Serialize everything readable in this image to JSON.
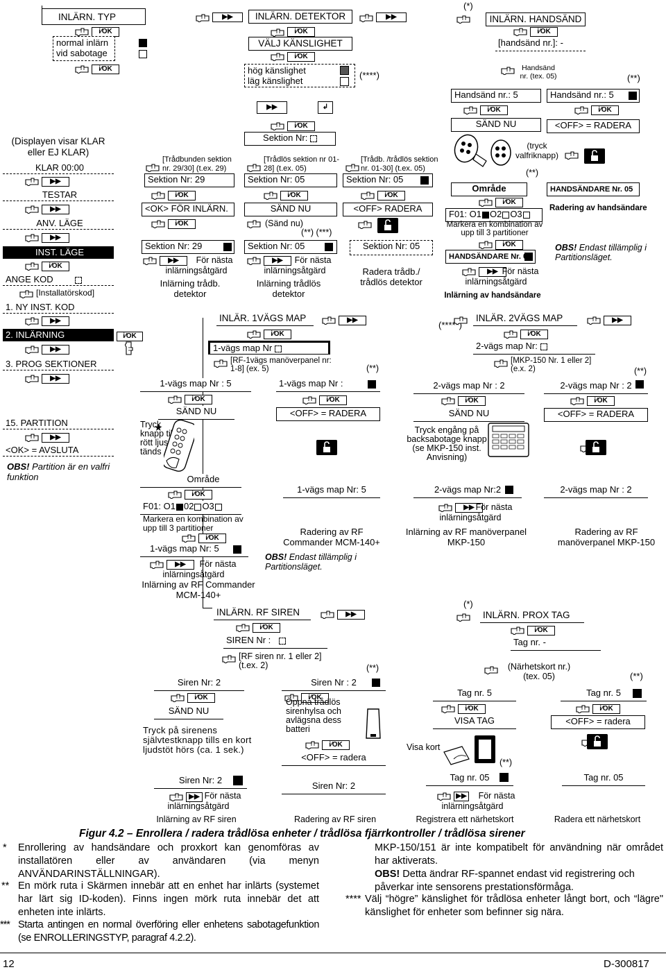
{
  "ui": {
    "ok": "i⁄OK",
    "next": "▶▶",
    "next_label": "För nästa inlärningsåtgärd",
    "remote_note": "(**)",
    "note_star5": "(*****)",
    "note_star4": "(****)",
    "note_star1": "(*)",
    "note_stars23": "(**) (***)"
  },
  "left_menu": {
    "display_note": "(Displayen visar KLAR eller EJ KLAR)",
    "klar": "KLAR 00:00",
    "testar": "TESTAR",
    "anv_lage": "ANV. LÄGE",
    "inst_lage": "INST. LÄGE",
    "ange_kod": "ANGE KOD",
    "installatorskod": "[Installatörskod]",
    "ny_inst_kod": "1. NY INST. KOD",
    "inlarning": "2. INLÄRNING",
    "prog_sektioner": "3. PROG SEKTIONER",
    "partition": "15. PARTITION",
    "avsluta": "<OK> = AVSLUTA",
    "obs": "OBS!",
    "obs_text": " Partition är en valfri funktion"
  },
  "inlarn_typ": {
    "title": "INLÄRN. TYP",
    "normal": "normal inlärn",
    "sabotage": "vid sabotage"
  },
  "detektor": {
    "title": "INLÄRN. DETEKTOR",
    "valj": "VÄLJ KÄNSLIGHET",
    "hog": "hög känslighet",
    "lag": "läg känslighet",
    "sektion_nr": "Sektion Nr:",
    "wired_note": "[Trådbunden sektion nr. 29/30] (t.ex. 29)",
    "wireless_note": "[Trådlös sektion nr 01-28] (t.ex. 05)",
    "both_note": "[Trådb. /trådlös sektion nr. 01-30] (t.ex. 05)",
    "sek29": "Sektion Nr: 29",
    "sek05": "Sektion Nr: 05",
    "ok_inlarn": "<OK> FÖR INLÄRN.",
    "sand_nu": "SÄND NU",
    "sand_nu_note": "(Sänd nu)",
    "off_radera": "<OFF> RADERA",
    "wired_caption": "Inlärning trådb. detektor",
    "wireless_caption": "Inlärning trådlös detektor",
    "delete_caption": "Radera trådb./ trådlös detektor"
  },
  "handsand": {
    "title": "INLÄRN. HANDSÄND",
    "nr_prompt": "[handsänd nr.]: -",
    "note": "Handsänd nr. (tex. 05)",
    "nr5": "Handsänd nr.: 5",
    "sand_nu": "SÄND NU",
    "tryck": "(tryck valfriknapp)",
    "omrade": "Område",
    "f01": "F01: O1",
    "o2": "O2",
    "o3": "O3",
    "markera": "Markera en kombination av upp till 3 partitioner",
    "handsandare_nr": "HANDSÄNDARE Nr. 05",
    "caption": "Inlärning av handsändare",
    "off_radera": "<OFF> = RADERA",
    "del_nr": "HANDSÄNDARE Nr. 05",
    "del_caption": "Radering av handsändare",
    "obs": "OBS!",
    "obs_text": " Endast tillämplig i Partitionsläget."
  },
  "map1": {
    "title": "INLÄR. 1VÄGS MAP",
    "prompt": "1-vägs map Nr",
    "note": "[RF-1vägs manöverpanel nr: 1-8] (ex. 5)",
    "nr5": "1-vägs map Nr : 5",
    "nr": "1-vägs map Nr :",
    "sand_nu": "SÄND NU",
    "tryck": "Tryck knapp tills rött ljus tänds",
    "omrade": "Område",
    "f01": "F01: O1",
    "o2": "02",
    "o3": "O3",
    "markera": "Markera en kombination av upp till 3 partitioner",
    "nr5b": "1-vägs map Nr: 5",
    "caption": "Inlärning av RF Commander  MCM-140+",
    "off_radera": "<OFF> = RADERA",
    "del_nr": "1-vägs map Nr: 5",
    "del_caption": "Radering av RF Commander  MCM-140+",
    "obs": "OBS!",
    "obs_text": " Endast tillämplig i Partitionsläget."
  },
  "map2": {
    "title": "INLÄR. 2VÄGS MAP",
    "prompt": "2-vägs map Nr:",
    "note": "[MKP-150 Nr. 1 eller 2] (e.x. 2)",
    "nr2": "2-vägs map Nr :  2",
    "sand_nu": "SÄND NU",
    "tryck": "Tryck engång på backsabotage knapp (se MKP-150 inst. Anvisning)",
    "nr2b": "2-vägs map Nr:2",
    "caption": "Inlärning av RF manöverpanel MKP-150",
    "del_nr": "2-vägs map Nr : 2",
    "off_radera": "<OFF> = RADERA",
    "del_nr2": "2-vägs map Nr : 2",
    "del_caption": "Radering av RF manöverpanel MKP-150"
  },
  "siren": {
    "title": "INLÄRN. RF SIREN",
    "prompt": "SIREN Nr :",
    "note": "[RF siren nr. 1 eller 2] (t.ex. 2)",
    "nr2": "Siren Nr:  2",
    "sand_nu": "SÄND NU",
    "tryck": "Tryck på sirenens självtestknapp tills en kort ljudstöt hörs (ca. 1 sek.)",
    "nr2b": "Siren Nr:  2",
    "caption": "Inlärning av RF siren",
    "del_nr": "Siren Nr :  2",
    "oppna": "Öppna trådlös sirenhylsa och avlägsna dess batteri",
    "off_radera": "<OFF> = radera",
    "del_nr2": "Siren Nr:  2",
    "del_caption": "Radering av RF siren"
  },
  "prox": {
    "title": "INLÄRN. PROX TAG",
    "prompt": "Tag nr. -",
    "note": "(Närhetskort nr.) (tex. 05)",
    "nr5": "Tag nr. 5",
    "visa": "VISA TAG",
    "visa_kort": "Visa kort",
    "nr05": "Tag nr. 05",
    "caption": "Registrera ett närhetskort",
    "del_nr": "Tag nr. 5",
    "off_radera": "<OFF> = radera",
    "del_nr2": "Tag nr. 05",
    "del_caption": "Radera ett närhetskort"
  },
  "figure": {
    "caption": "Figur 4.2 – Enrollera / radera  trådlösa enheter / trådlösa fjärrkontroller / trådlösa sirener"
  },
  "footnotes": {
    "f1_mark": "*",
    "f1": "Enrollering av handsändare och proxkort kan genomföras av installatören eller av användaren (via menyn ANVÄNDARINSTÄLLNINGAR).",
    "f2_mark": "**",
    "f2": "En mörk ruta i Skärmen innebär att en enhet har inlärts (systemet har lärt sig ID-koden). Finns ingen mörk ruta innebär det att enheten inte inlärts.",
    "f3_mark": "***",
    "f3": "Starta antingen en normal överföring eller enhetens sabotagefunktion (se ENROLLERINGSTYP, paragraf 4.2.2).",
    "right1": "MKP-150/151 är inte kompatibelt för användning när området har aktiverats.",
    "obs": "OBS!",
    "right2": " Detta ändrar RF-spannet endast vid registrering och påverkar inte sensorens prestationsförmåga.",
    "f4_mark": "****",
    "f4": "Välj “högre” känslighet för trådlösa enheter långt bort, och “lägre\" känslighet för enheter som befinner sig nära."
  },
  "page": {
    "number": "12",
    "doc": "D-300817"
  }
}
